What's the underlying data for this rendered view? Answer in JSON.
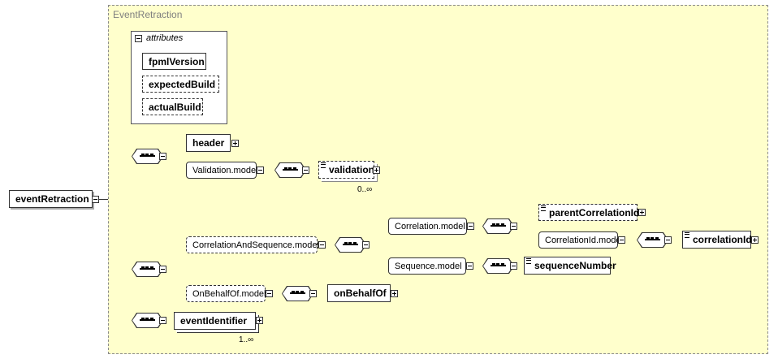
{
  "group": {
    "title": "EventRetraction"
  },
  "attributes": {
    "title": "attributes",
    "items": [
      "fpmlVersion",
      "expectedBuild",
      "actualBuild"
    ]
  },
  "root": {
    "label": "eventRetraction"
  },
  "nodes": {
    "header": "header",
    "validation_model": "Validation.model",
    "validation": "validation",
    "validation_occ": "0..∞",
    "correlation_and_sequence_model": "CorrelationAndSequence.model",
    "correlation_model": "Correlation.model",
    "parent_correlation_id": "parentCorrelationId",
    "correlation_id_model": "CorrelationId.model",
    "correlation_id": "correlationId",
    "sequence_model": "Sequence.model",
    "sequence_number": "sequenceNumber",
    "on_behalf_of_model": "OnBehalfOf.model",
    "on_behalf_of": "onBehalfOf",
    "event_identifier": "eventIdentifier",
    "event_identifier_occ": "1..∞"
  }
}
